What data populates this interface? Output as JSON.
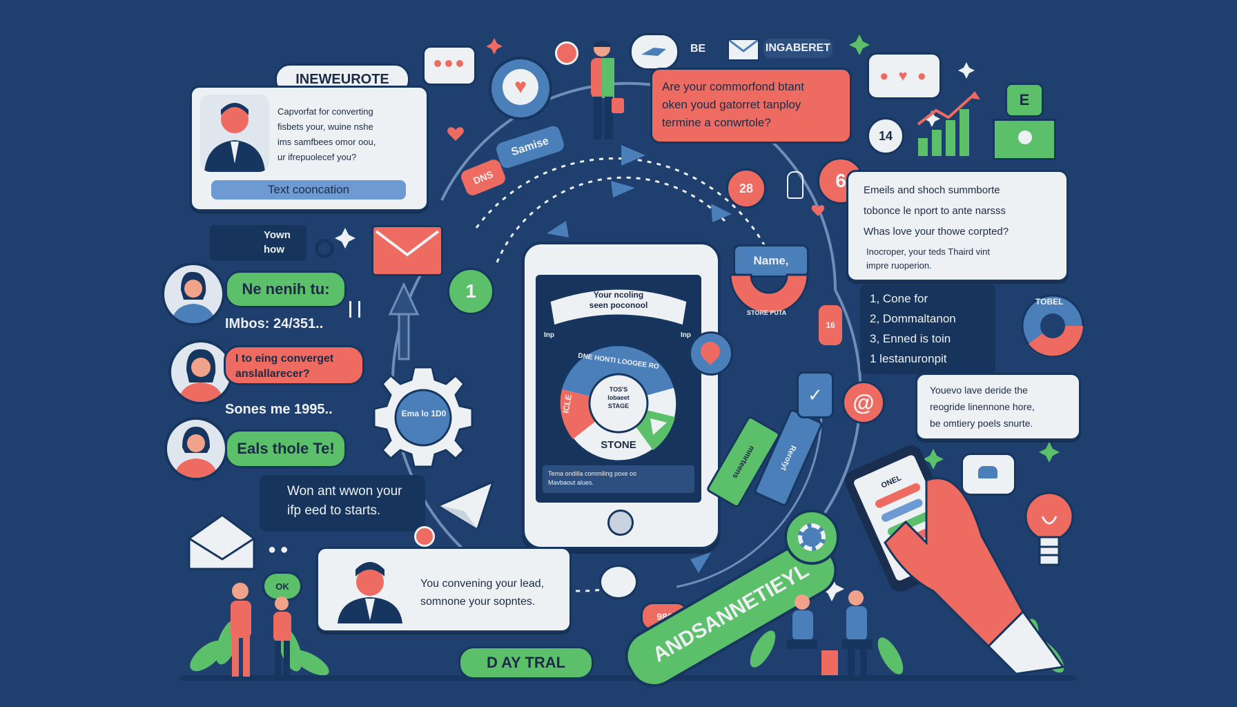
{
  "title_badge": "INEWEUROTE",
  "top_labels": {
    "be": "BE",
    "inbox": "INGABERET"
  },
  "profile_card": {
    "lines": [
      "Capvorfat for converting",
      "fisbets your, wuine nshe",
      "ims samfbees omor oou,",
      "ur ifrepuolecef you?"
    ],
    "button": "Text cooncation"
  },
  "top_question": {
    "lines": [
      "Are your commorfond btant",
      "oken youd gatorret tanploy",
      "termine a conwrtole?"
    ]
  },
  "sample_tag": "Samise",
  "dns_tag": "DNS",
  "num_badges": {
    "one": "1",
    "six": "6",
    "twentyeight": "28",
    "fourteen": "14"
  },
  "chart_badge": "E",
  "emails_card": {
    "lines": [
      "Emeils and shoch summborte",
      "tobonce le nport to ante narsss",
      "Whas love your thowe corpted?",
      "Inocroper, your teds Thaird vint",
      "impre ruoperion."
    ]
  },
  "steps_list": [
    "1, Cone for",
    "2, Dommaltanon",
    "3, Enned is toin",
    "1 lestanuronpit"
  ],
  "total_label": "TOBEL",
  "right_note": {
    "lines": [
      "Youevo lave deride the",
      "reogride linennone hore,",
      "be omtiery poels snurte."
    ]
  },
  "name_tag": "Name,",
  "store_tag": "STORE PUTA",
  "left_small": {
    "line1": "Yown",
    "line2": "how"
  },
  "chat_left": [
    {
      "bubble": "Ne nenih tu:",
      "caption": "IMbos: 24/351.."
    },
    {
      "bubble_lines": [
        "I to eing converget",
        "anslallarecer?"
      ],
      "caption": "Sones me 1995.."
    },
    {
      "bubble": "Eals thole Te!"
    }
  ],
  "dark_note": {
    "lines": [
      "Won ant wwon your",
      "ifp eed to starts."
    ]
  },
  "bottom_card": {
    "lines": [
      "You convening your lead,",
      "somnone your sopntes."
    ]
  },
  "trial_badge": "D AY TRAL",
  "big_ribbon": "ANDSANNETIEYL",
  "ribbon_small": [
    "mmrteens",
    "Rerotyt"
  ],
  "ok_bubble": "OK",
  "tag_986": "986",
  "tag_16": "16",
  "gear_label": "Ema lo 1D0",
  "phone": {
    "banner_line1": "Your ncoling",
    "banner_line2": "seen poconool",
    "ring_top": "DNE HONTI LOOGEE RO",
    "side_left": "Inp",
    "side_right": "Inp",
    "seg_left": "ICLE",
    "center_lines": [
      "TOS'S",
      "lobaeet",
      "STAGE"
    ],
    "bottom_label": "STONE",
    "footer_lines": [
      "Tema ondilla commiling poxe oo",
      "Mavbaout alues."
    ]
  },
  "hand_phone_label": "ONEL",
  "colors": {
    "bg": "#1f3f6e",
    "coral": "#ee6b61",
    "green": "#5cbf6a",
    "paper": "#eef1f3",
    "navy": "#16365f",
    "blue": "#4b7fba"
  }
}
